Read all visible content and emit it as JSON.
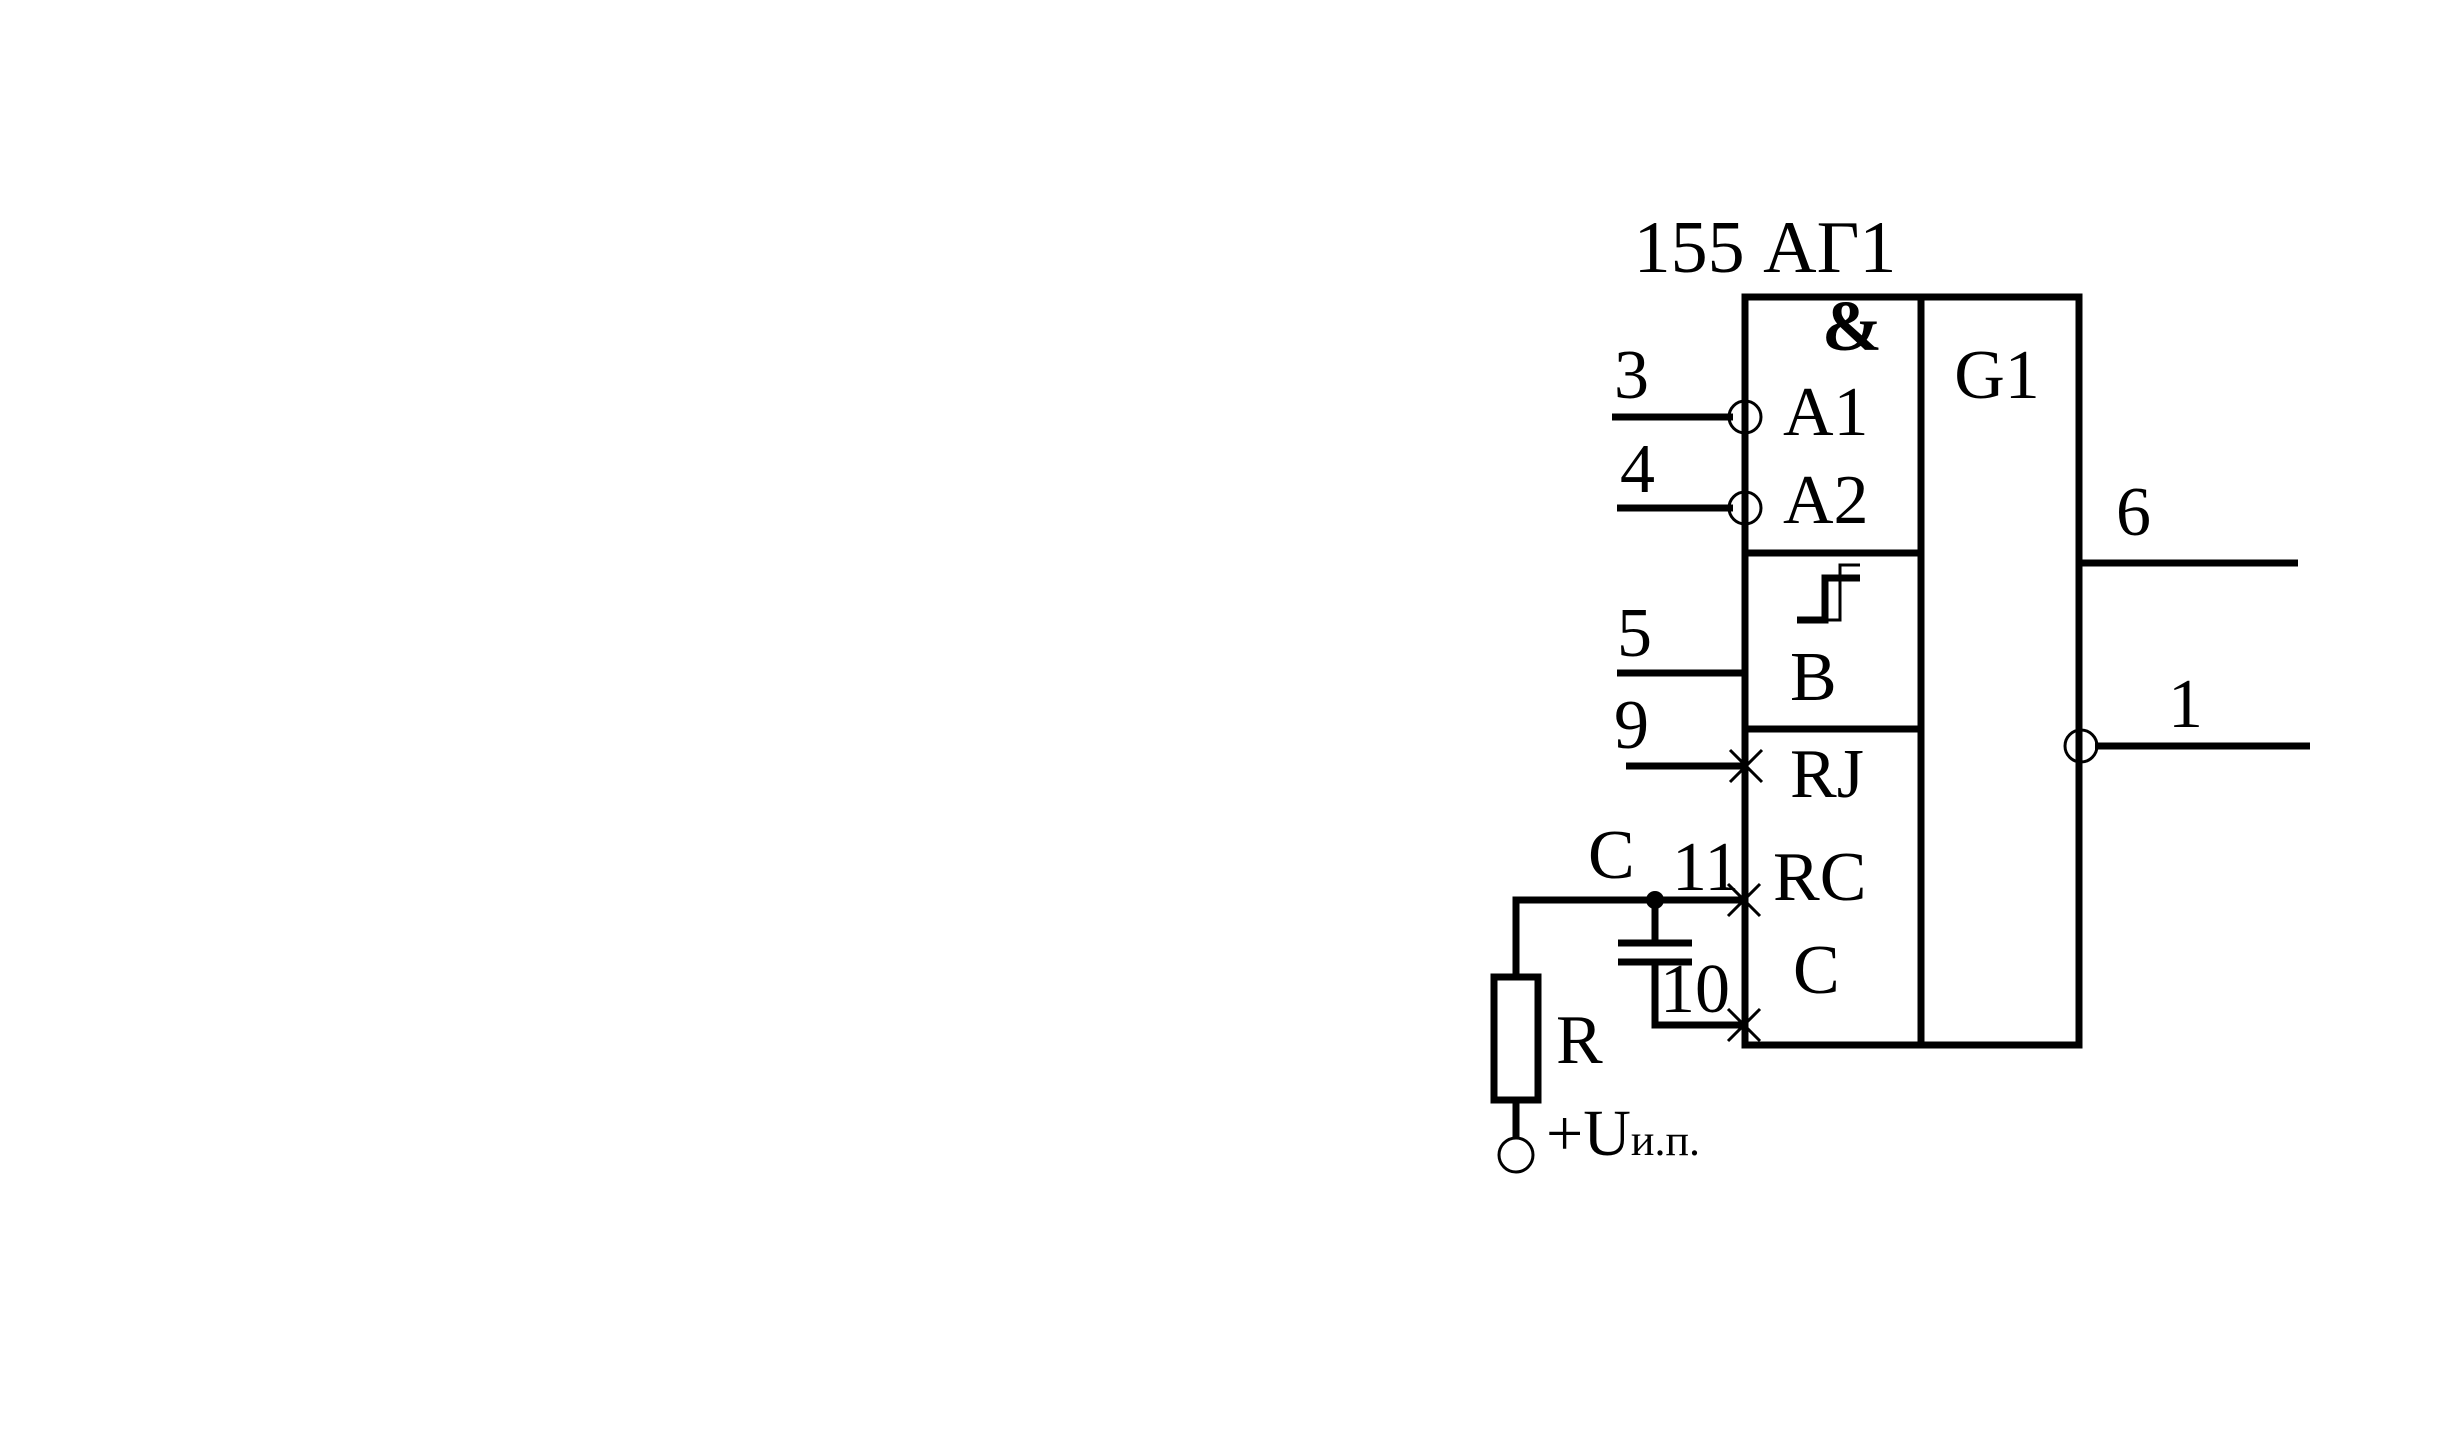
{
  "chip": {
    "name": "155 АГ1",
    "and_symbol": "&",
    "output_block_label": "G1"
  },
  "inputs": {
    "a1": {
      "pin": "3",
      "label": "A1"
    },
    "a2": {
      "pin": "4",
      "label": "A2"
    },
    "b": {
      "pin": "5",
      "label": "B"
    },
    "rj": {
      "pin": "9",
      "label": "RJ"
    },
    "rc": {
      "pin": "11",
      "label": "RC"
    },
    "c": {
      "pin": "10",
      "label": "C"
    }
  },
  "outputs": {
    "q": {
      "pin": "6"
    },
    "q_inv": {
      "pin": "1"
    }
  },
  "external": {
    "capacitor_label": "C",
    "resistor_label": "R",
    "supply_main": "+U",
    "supply_sub": "и.п."
  }
}
